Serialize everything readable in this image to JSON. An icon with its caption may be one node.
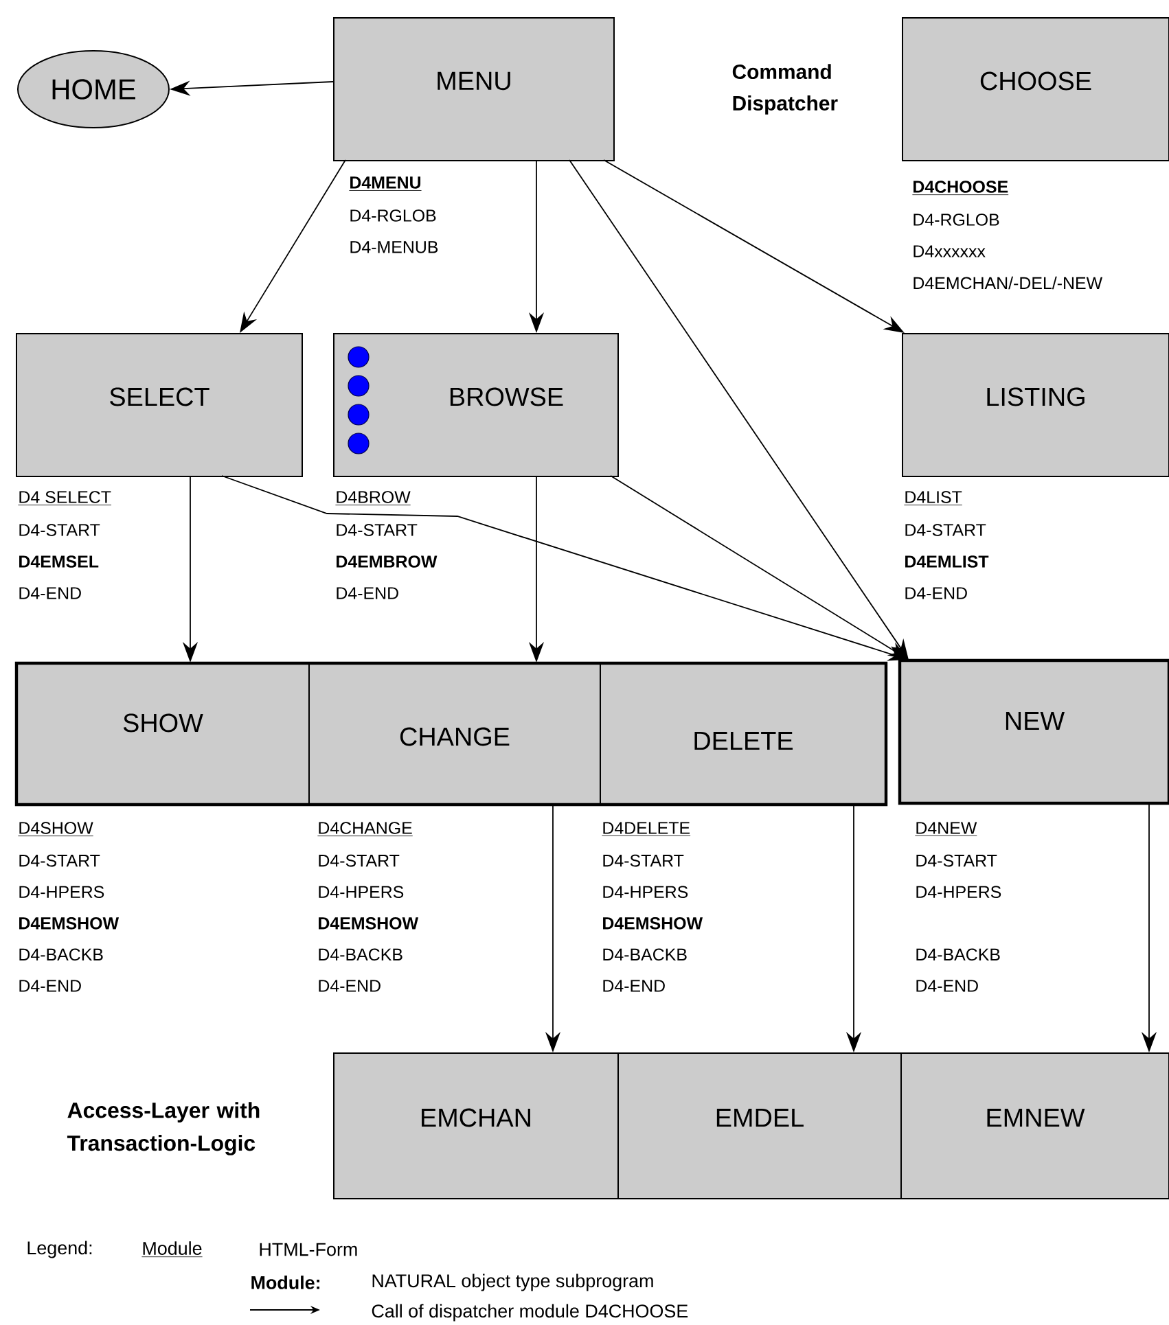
{
  "diagram": {
    "nodes": [
      {
        "text": [
          "HOME"
        ]
      },
      {
        "text": [
          "MENU"
        ],
        "beside": [
          "D4MENU",
          "D4-RGLOB",
          "D4-MENUB"
        ]
      },
      {
        "text": [
          "CHOOSE"
        ],
        "beside": [
          "Command Dispatcher",
          "D4CHOOSE",
          "D4-RGLOB",
          "D4xxxxxx",
          "D4EMCHAN/-DEL/-NEW"
        ]
      },
      {
        "text": [
          "SELECT"
        ],
        "beside": [
          "D4 SELECT",
          "D4-START",
          "D4EMSEL",
          "D4-END"
        ]
      },
      {
        "text": [
          "BROWSE"
        ],
        "beside": [
          "D4BROW",
          "D4-START",
          "D4EMBROW",
          "D4-END"
        ]
      },
      {
        "text": [
          "LISTING"
        ],
        "beside": [
          "D4LIST",
          "D4-START",
          "D4EMLIST",
          "D4-END"
        ]
      },
      {
        "text": [
          "SHOW"
        ],
        "beside": [
          "D4SHOW",
          "D4-START",
          "D4-HPERS",
          "D4EMSHOW",
          "D4-BACKB",
          "D4-END"
        ]
      },
      {
        "text": [
          "CHANGE"
        ],
        "beside": [
          "D4CHANGE",
          "D4-START",
          "D4-HPERS",
          "D4EMSHOW",
          "D4-BACKB",
          "D4-END"
        ]
      },
      {
        "text": [
          "DELETE"
        ],
        "beside": [
          "D4DELETE",
          "D4-START",
          "D4-HPERS",
          "D4EMSHOW",
          "D4-BACKB",
          "D4-END"
        ]
      },
      {
        "text": [
          "NEW"
        ],
        "beside": [
          "D4NEW",
          "D4-START",
          "D4-HPERS",
          "D4-BACKB",
          "D4-END"
        ]
      },
      {
        "text": [
          "EMCHAN"
        ]
      },
      {
        "text": [
          "EMDEL"
        ]
      },
      {
        "text": [
          "EMNEW"
        ]
      }
    ],
    "edges": [
      {
        "from": 1,
        "to": 0,
        "arrow": "to"
      },
      {
        "from": 1,
        "to": 3,
        "arrow": "to"
      },
      {
        "from": 1,
        "to": 4,
        "arrow": "to"
      },
      {
        "from": 1,
        "to": 9,
        "arrow": "to"
      },
      {
        "from": 1,
        "to": 5,
        "arrow": "to"
      },
      {
        "from": 3,
        "to": 6,
        "arrow": "to"
      },
      {
        "from": 3,
        "to": 9,
        "arrow": "to"
      },
      {
        "from": 4,
        "to": 7,
        "arrow": "to"
      },
      {
        "from": 4,
        "to": 9,
        "arrow": "to"
      },
      {
        "from": 7,
        "to": 10,
        "arrow": "to"
      },
      {
        "from": 8,
        "to": 11,
        "arrow": "to"
      },
      {
        "from": 9,
        "to": 12,
        "arrow": "to"
      }
    ],
    "labels": [
      "Access-Layer with Transaction-Logic",
      "Legend:",
      "Module",
      "HTML-Form",
      "Module:",
      "NATURAL object type subprogram"
    ],
    "legend": [
      {
        "text": "Call of dispatcher module D4CHOOSE"
      }
    ]
  }
}
